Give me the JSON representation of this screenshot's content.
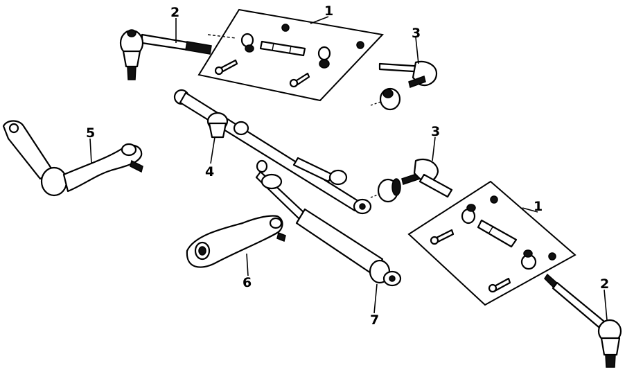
{
  "callouts": [
    {
      "id": "p1a",
      "label": "1"
    },
    {
      "id": "p2a",
      "label": "2"
    },
    {
      "id": "p3a",
      "label": "3"
    },
    {
      "id": "p3b",
      "label": "3"
    },
    {
      "id": "p4",
      "label": "4"
    },
    {
      "id": "p5",
      "label": "5"
    },
    {
      "id": "p6",
      "label": "6"
    },
    {
      "id": "p7",
      "label": "7"
    },
    {
      "id": "p1b",
      "label": "1"
    },
    {
      "id": "p2b",
      "label": "2"
    }
  ],
  "colors": {
    "ink": "#000000",
    "background": "#ffffff"
  }
}
